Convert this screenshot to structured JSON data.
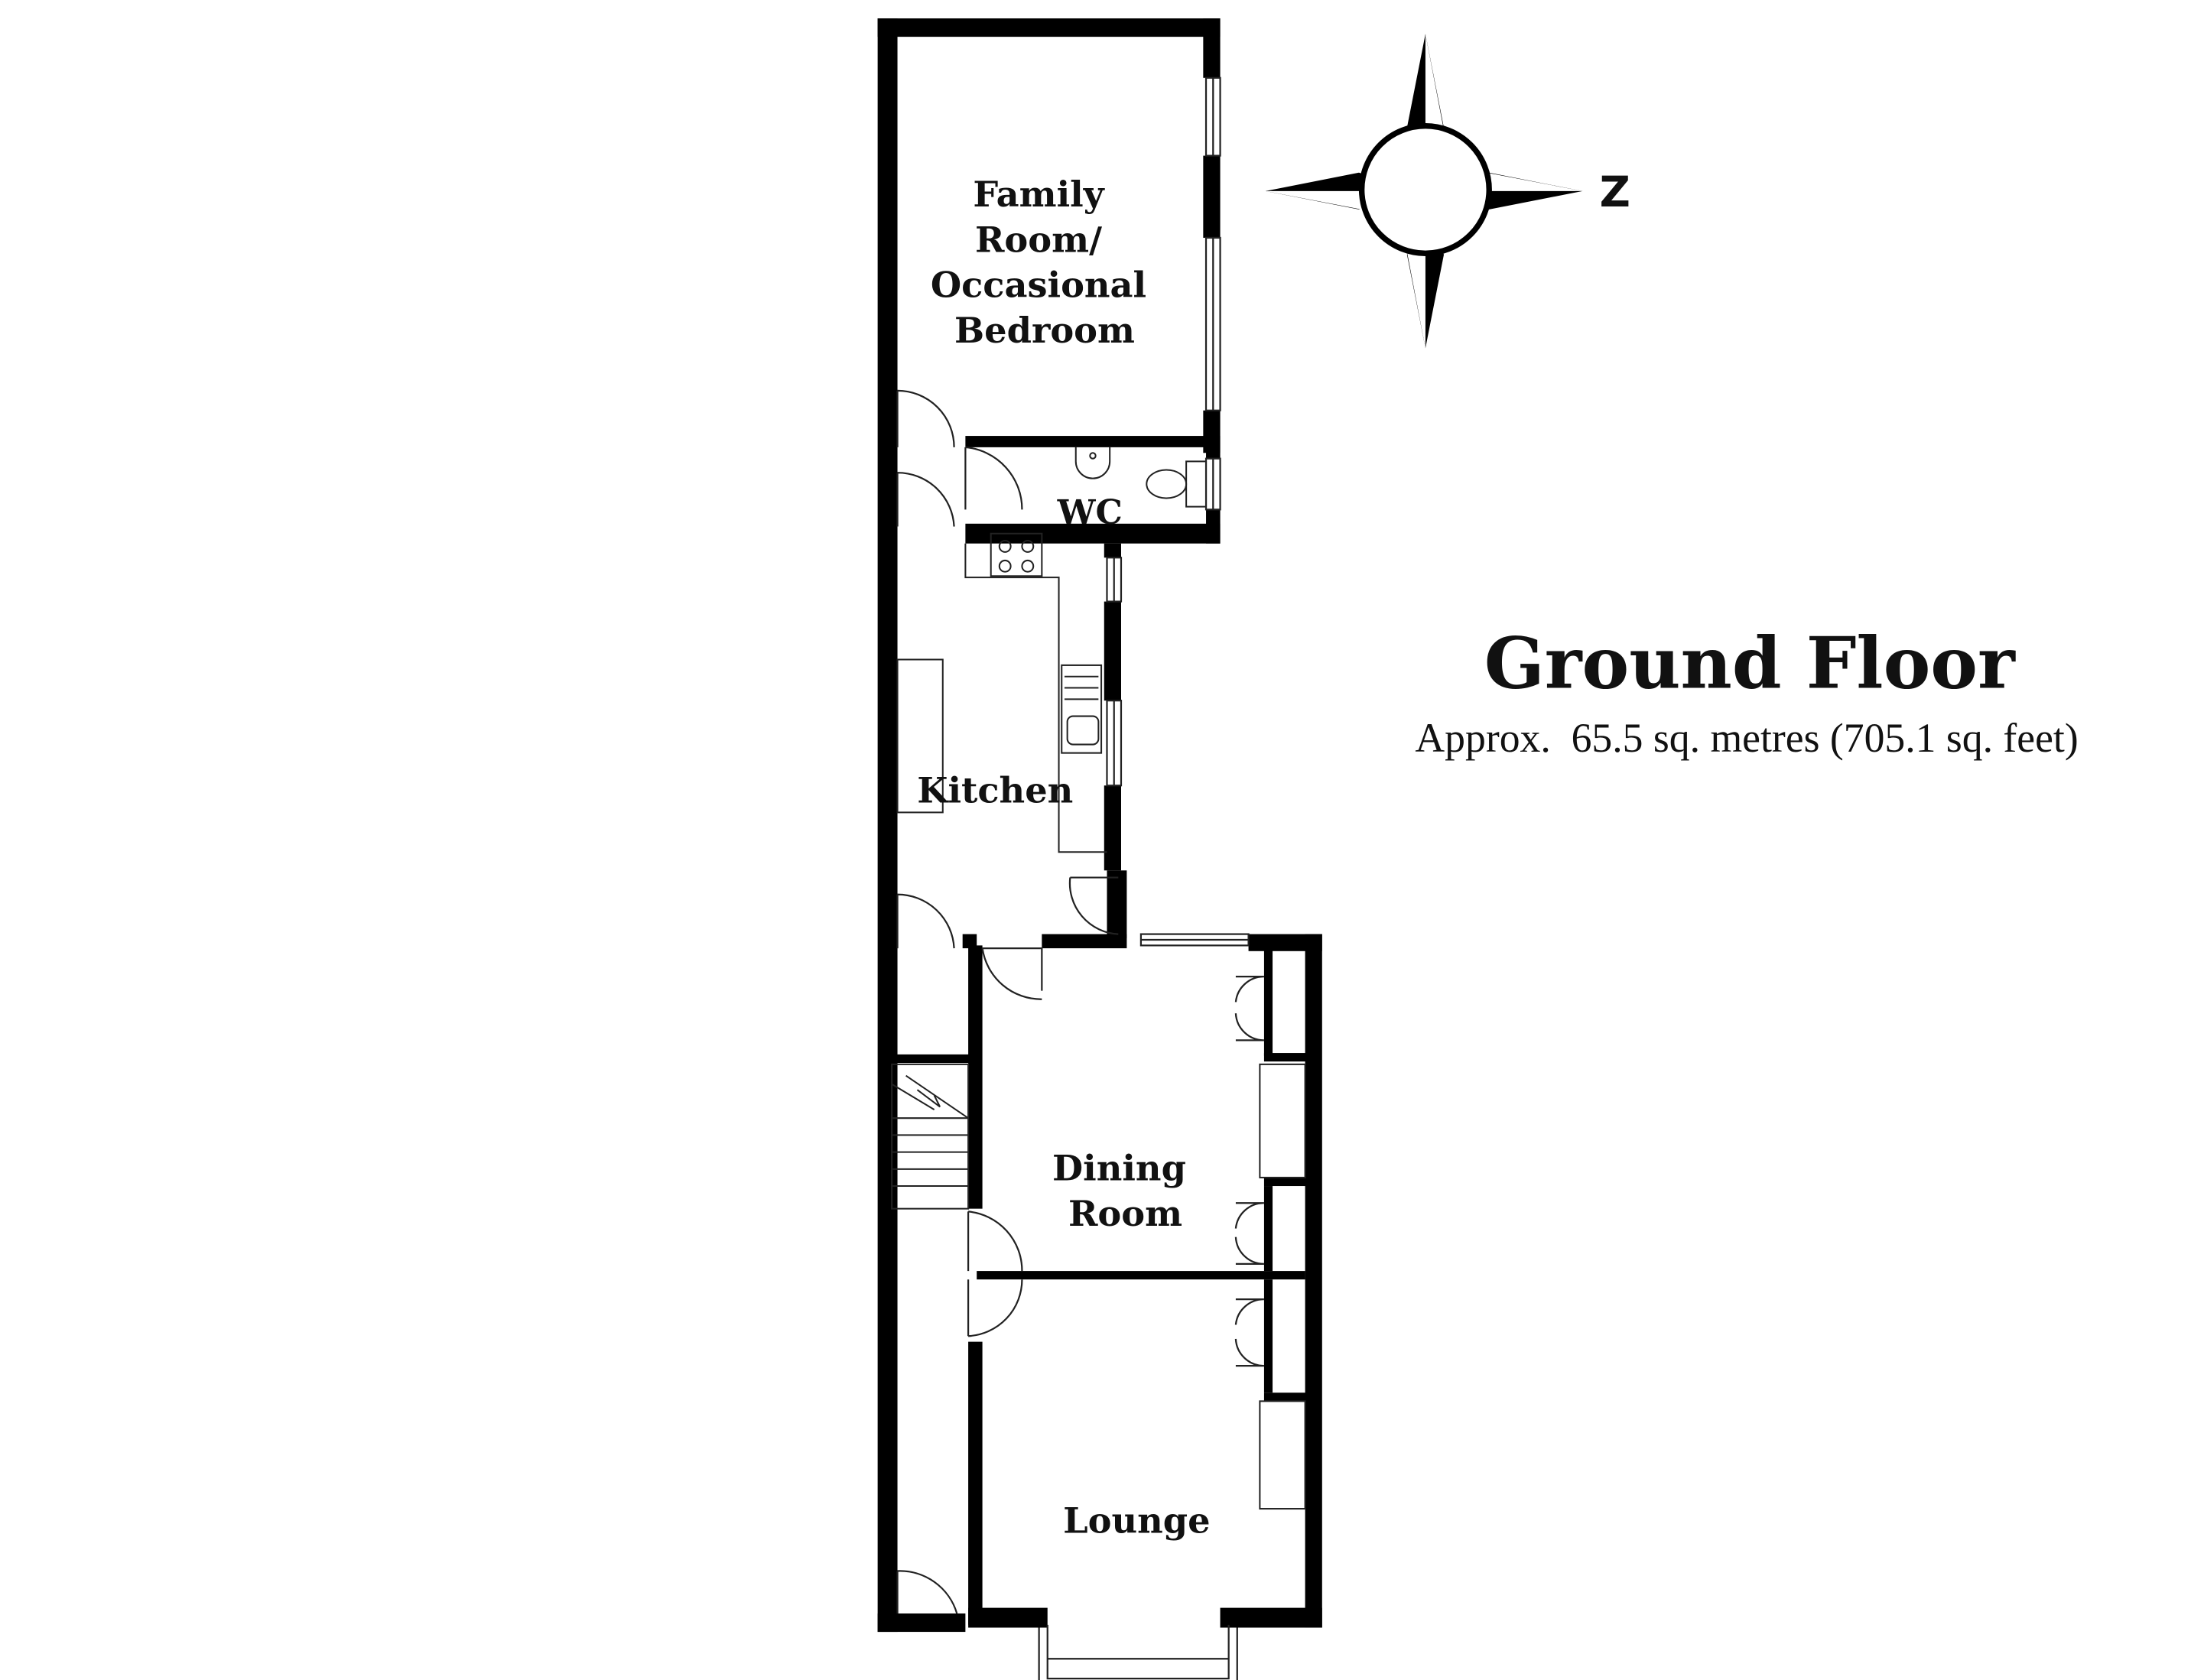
{
  "floor": {
    "title": "Ground Floor",
    "area": "Approx.  65.5 sq. metres (705.1 sq. feet)"
  },
  "rooms": {
    "family_room": [
      "Family",
      "Room/",
      "Occasional",
      "Bedroom"
    ],
    "wc": "WC",
    "kitchen": "Kitchen",
    "dining_room": [
      "Dining",
      "Room"
    ],
    "lounge": "Lounge"
  },
  "compass": {
    "north_label": "Z"
  },
  "colors": {
    "wall": "#000000",
    "background": "#ffffff",
    "fixture_line": "#222222"
  }
}
